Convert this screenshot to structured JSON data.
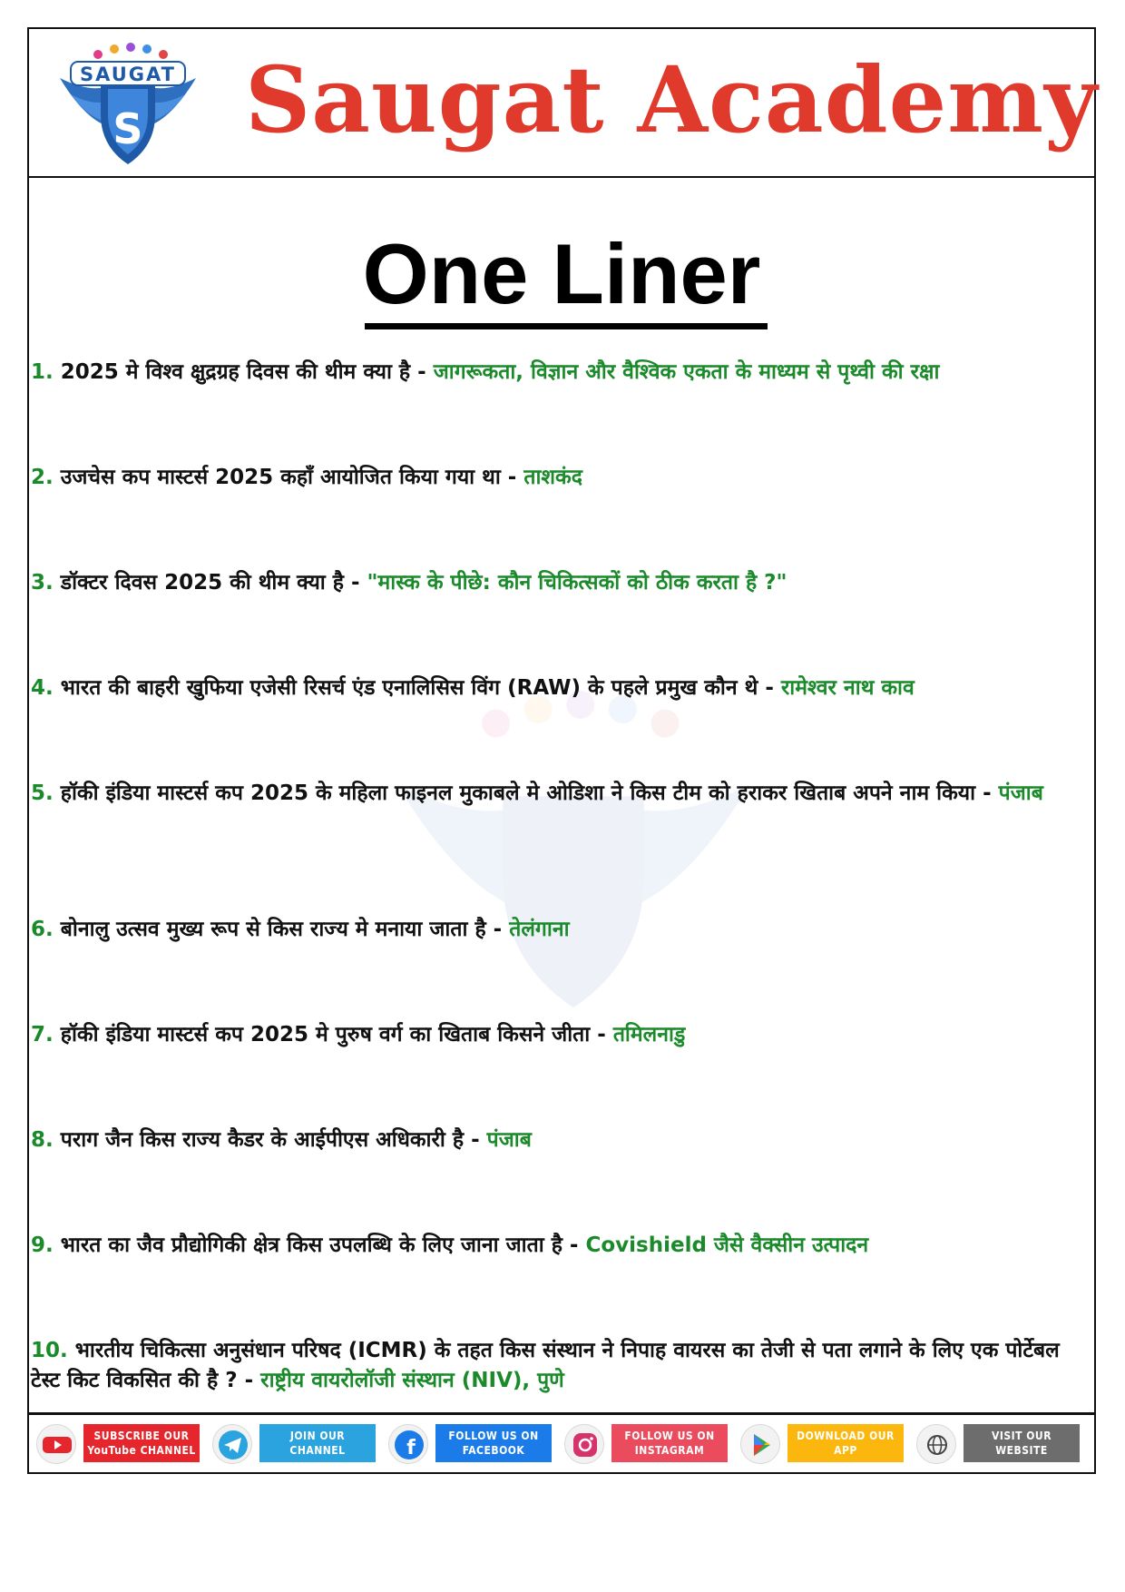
{
  "header": {
    "logo_text": "SAUGAT",
    "logo_letter": "S",
    "academy_name": "Saugat Academy"
  },
  "page_title": "One Liner",
  "questions": [
    {
      "num": "1.",
      "q": "2025 मे विश्व क्षुद्रग्रह दिवस की थीम क्या है - ",
      "a": "जागरूकता, विज्ञान और वैश्विक एकता के माध्यम से पृथ्वी की रक्षा"
    },
    {
      "num": "2.",
      "q": "उजचेस कप मास्टर्स 2025 कहाँ आयोजित किया गया था - ",
      "a": "ताशकंद"
    },
    {
      "num": "3.",
      "q": "डॉक्टर दिवस 2025 की थीम क्या है - ",
      "a": "\"मास्क के पीछे: कौन चिकित्सकों को ठीक करता है ?\""
    },
    {
      "num": "4.",
      "q": "भारत की बाहरी खुफिया एजेसी रिसर्च एंड एनालिसिस विंग (RAW) के पहले प्रमुख कौन थे - ",
      "a": "रामेश्वर नाथ काव"
    },
    {
      "num": "5.",
      "q": "हॉकी इंडिया मास्टर्स कप 2025 के महिला फाइनल मुकाबले मे ओडिशा ने किस टीम को हराकर खिताब अपने नाम किया - ",
      "a": "पंजाब"
    },
    {
      "num": "6.",
      "q": "बोनालु उत्सव मुख्य रूप से किस राज्य मे मनाया जाता है - ",
      "a": "तेलंगाना"
    },
    {
      "num": "7.",
      "q": "हॉकी इंडिया मास्टर्स कप 2025 मे पुरुष वर्ग का खिताब किसने जीता - ",
      "a": "तमिलनाडु"
    },
    {
      "num": "8.",
      "q": "पराग जैन किस राज्य कैडर के आईपीएस अधिकारी है - ",
      "a": "पंजाब"
    },
    {
      "num": "9.",
      "q": "भारत का जैव प्रौद्योगिकी क्षेत्र किस उपलब्धि के लिए जाना जाता है - ",
      "a": "Covishield जैसे वैक्सीन उत्पादन"
    },
    {
      "num": "10.",
      "q": "भारतीय चिकित्सा अनुसंधान परिषद (ICMR) के तहत किस संस्थान ने निपाह वायरस का तेजी से पता लगाने के लिए एक पोर्टेबल टेस्ट किट विकसित की है ? - ",
      "a": "राष्ट्रीय वायरोलॉजी संस्थान (NIV), पुणे"
    }
  ],
  "footer": [
    {
      "icon": "youtube-icon",
      "line1": "SUBSCRIBE OUR",
      "line2": "YouTube CHANNEL",
      "color": "#e5262c",
      "icon_text": "YouTube"
    },
    {
      "icon": "telegram-icon",
      "line1": "JOIN OUR",
      "line2": "CHANNEL",
      "color": "#2aa3de"
    },
    {
      "icon": "facebook-icon",
      "line1": "FOLLOW US ON",
      "line2": "FACEBOOK",
      "color": "#1b7be8"
    },
    {
      "icon": "instagram-icon",
      "line1": "FOLLOW US ON",
      "line2": "INSTAGRAM",
      "color": "#ea4b5d"
    },
    {
      "icon": "play-store-icon",
      "line1": "DOWNLOAD OUR",
      "line2": "APP",
      "color": "#fbb70d"
    },
    {
      "icon": "globe-icon",
      "line1": "VISIT OUR",
      "line2": "WEBSITE",
      "color": "#6d6d6d"
    }
  ]
}
